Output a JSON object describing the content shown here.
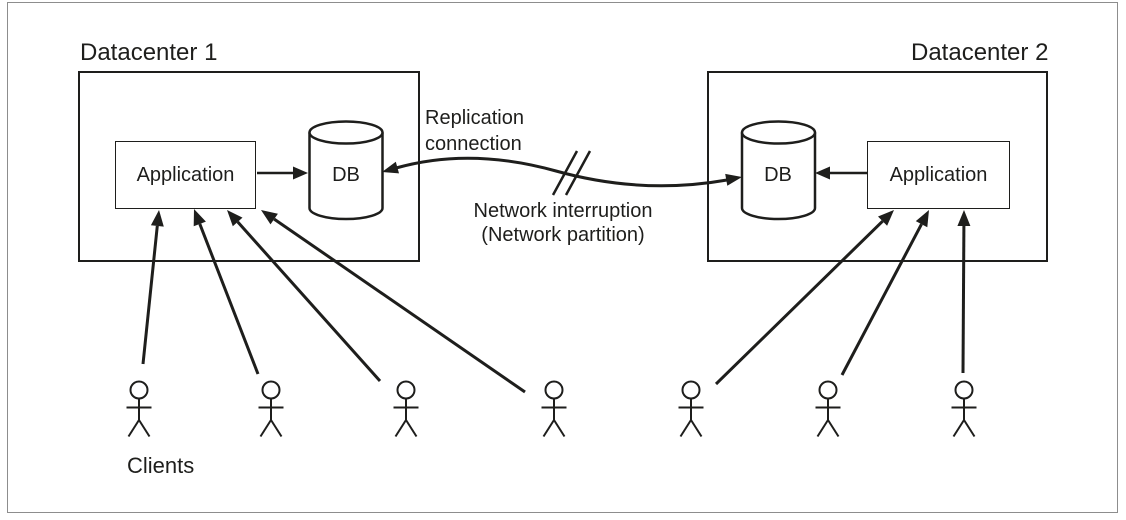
{
  "diagram": {
    "datacenter1": {
      "title": "Datacenter 1",
      "application_label": "Application",
      "db_label": "DB",
      "client_count": 4
    },
    "datacenter2": {
      "title": "Datacenter 2",
      "application_label": "Application",
      "db_label": "DB",
      "client_count": 3
    },
    "replication_label": {
      "line1": "Replication",
      "line2": "connection"
    },
    "interruption_label": {
      "line1": "Network interruption",
      "line2": "(Network partition)"
    },
    "clients_label": "Clients",
    "connections": {
      "app1_to_db1": "Application writes to DB (Datacenter 1)",
      "app2_to_db2": "Application writes to DB (Datacenter 2)",
      "db1_db2": "Replication connection between DB1 and DB2, broken by network interruption (network partition)"
    }
  },
  "icons": {
    "client": "stick-figure-icon",
    "database": "db-cylinder-icon",
    "break": "network-break-slashes-icon"
  },
  "colors": {
    "line": "#1e1e1c",
    "text": "#1e1e1c",
    "frame_border": "#8d8d8d",
    "background": "#ffffff"
  }
}
